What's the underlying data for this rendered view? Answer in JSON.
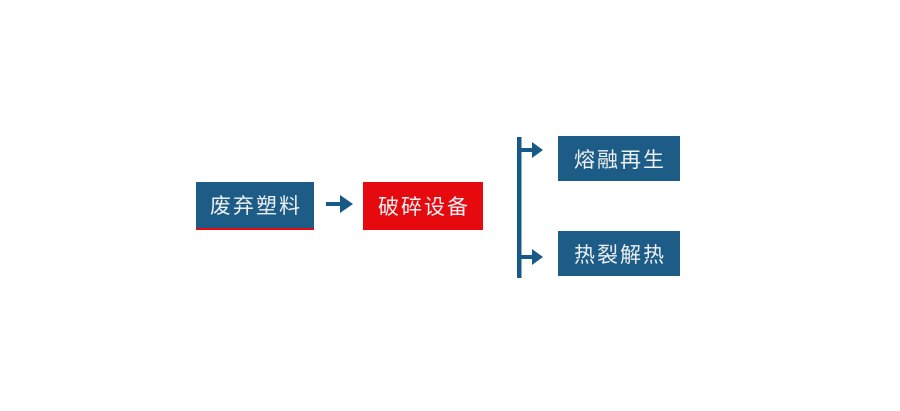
{
  "page": {
    "background": "#ffffff"
  },
  "diagram": {
    "type": "flowchart",
    "colors": {
      "page_bg": "#ffffff",
      "node_blue": "#1d5c87",
      "node_red": "#e60a0f",
      "connector": "#175a87",
      "label_text": "#edf0f2"
    },
    "nodes": [
      {
        "id": "waste-plastic",
        "label": "废弃塑料",
        "variant": "blue",
        "accent_bottom": true
      },
      {
        "id": "crushing-equipment",
        "label": "破碎设备",
        "variant": "red",
        "accent_bottom": false
      },
      {
        "id": "melt-regeneration",
        "label": "熔融再生",
        "variant": "blue",
        "accent_bottom": false
      },
      {
        "id": "pyrolysis-heat",
        "label": "热裂解热",
        "variant": "blue",
        "accent_bottom": false
      }
    ],
    "edges": [
      {
        "from": "waste-plastic",
        "to": "crushing-equipment"
      },
      {
        "from": "crushing-equipment",
        "to": "melt-regeneration"
      },
      {
        "from": "crushing-equipment",
        "to": "pyrolysis-heat"
      }
    ]
  }
}
